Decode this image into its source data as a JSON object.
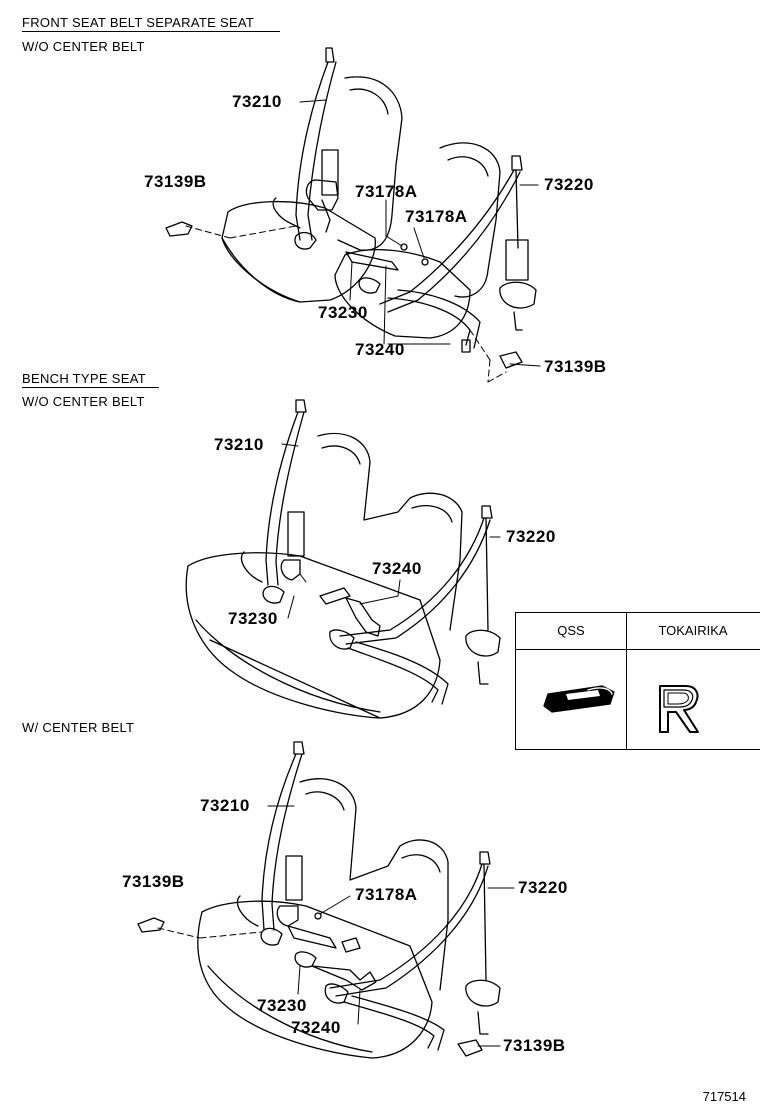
{
  "sections": [
    {
      "title": "FRONT SEAT BELT SEPARATE SEAT",
      "subtitle": "W/O CENTER BELT"
    },
    {
      "title": "BENCH TYPE SEAT",
      "subtitle": "W/O CENTER BELT"
    },
    {
      "title": "W/ CENTER BELT"
    }
  ],
  "callouts": {
    "s1": {
      "p73210": "73210",
      "p73139b_left": "73139B",
      "p73178a_1": "73178A",
      "p73178a_2": "73178A",
      "p73220": "73220",
      "p73230": "73230",
      "p73240": "73240",
      "p73139b_right": "73139B"
    },
    "s2": {
      "p73210": "73210",
      "p73220": "73220",
      "p73240": "73240",
      "p73230": "73230"
    },
    "s3": {
      "p73210": "73210",
      "p73139b_left": "73139B",
      "p73178a": "73178A",
      "p73220": "73220",
      "p73230": "73230",
      "p73240": "73240",
      "p73139b_right": "73139B"
    }
  },
  "legend": {
    "col1": "QSS",
    "col2": "TOKAIRIKA",
    "logo1": "qss-logo",
    "logo2": "tokairika-r-logo"
  },
  "diagram_id": "717514"
}
